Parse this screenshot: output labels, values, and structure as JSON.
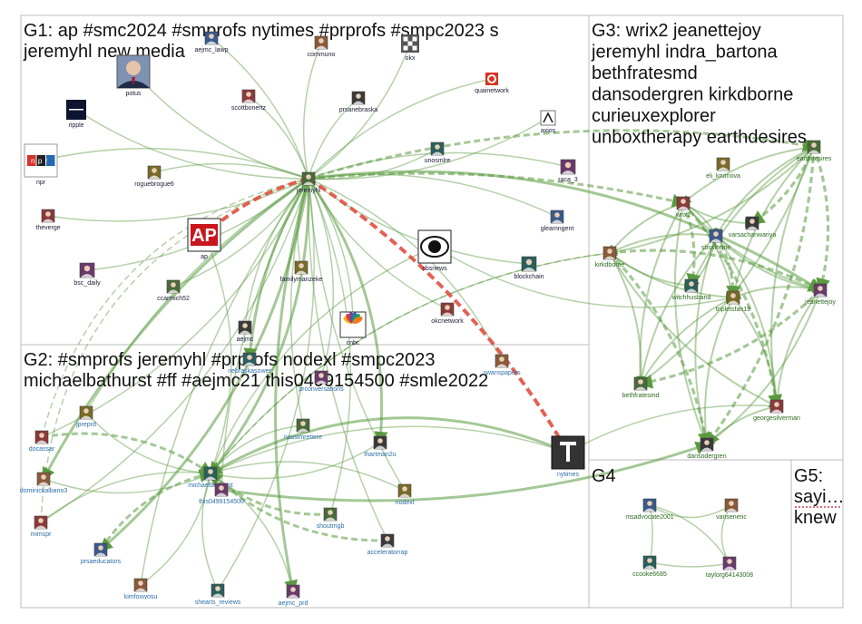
{
  "groups": [
    {
      "id": "G1",
      "title_lines": [
        "G1: ap #smc2024 #smprofs nytimes #prprofs #smpc2023 s",
        "jeremyhl new media"
      ]
    },
    {
      "id": "G2",
      "title_lines": [
        "G2: #smprofs jeremyhl #prprofs nodexl #smpc2023",
        "michaelbathurst #ff #aejmc21 this0499154500 #smle2022"
      ]
    },
    {
      "id": "G3",
      "title_lines": [
        "G3: wrix2 jeanettejoy",
        "jeremyhl indra_bartona",
        "bethfratesmd",
        "dansodergren kirkdborne",
        "curieuxexplorer",
        "unboxtherapy earthdesires"
      ]
    },
    {
      "id": "G4",
      "title_lines": [
        "G4"
      ]
    },
    {
      "id": "G5",
      "title_lines": [
        "G5:",
        "sayi…",
        "knew"
      ]
    }
  ],
  "nodes": [
    {
      "id": "aejmc_lawp",
      "label": "aejmc_lawp",
      "group": "G1",
      "icon": "avatar"
    },
    {
      "id": "communo",
      "label": "communo",
      "group": "G1",
      "icon": "avatar"
    },
    {
      "id": "okx",
      "label": "okx",
      "group": "G1",
      "icon": "okx-logo"
    },
    {
      "id": "potus",
      "label": "potus",
      "group": "G1",
      "icon": "portrait"
    },
    {
      "id": "quainetwork",
      "label": "quainetwork",
      "group": "G1",
      "icon": "q-logo"
    },
    {
      "id": "ripple",
      "label": "ripple",
      "group": "G1",
      "icon": "ripple-logo"
    },
    {
      "id": "scottbonertz",
      "label": "scottbonertz",
      "group": "G1",
      "icon": "avatar"
    },
    {
      "id": "prsanebraska",
      "label": "prsanebraska",
      "group": "G1",
      "icon": "avatar"
    },
    {
      "id": "axios",
      "label": "axios",
      "group": "G1",
      "icon": "axios-logo"
    },
    {
      "id": "npr",
      "label": "npr",
      "group": "G1",
      "icon": "npr-logo",
      "badge": "npr"
    },
    {
      "id": "unosmlre",
      "label": "unosmlre",
      "group": "G1",
      "icon": "avatar"
    },
    {
      "id": "raca_3",
      "label": "raca_3",
      "group": "G1",
      "icon": "avatar"
    },
    {
      "id": "roguebrogue6",
      "label": "roguebrogue6",
      "group": "G1",
      "icon": "avatar"
    },
    {
      "id": "jeremyhl",
      "label": "jeremyhl",
      "group": "G1",
      "icon": "avatar"
    },
    {
      "id": "theverge",
      "label": "theverge",
      "group": "G1",
      "icon": "avatar"
    },
    {
      "id": "ap",
      "label": "ap",
      "group": "G1",
      "icon": "ap-logo",
      "badge": "AP"
    },
    {
      "id": "gleamngent",
      "label": "gleamngent",
      "group": "G1",
      "icon": "avatar"
    },
    {
      "id": "cbsnews",
      "label": "cbsnews",
      "group": "G1",
      "icon": "cbs-eye-logo"
    },
    {
      "id": "blockchain",
      "label": "blockchain",
      "group": "G1",
      "icon": "avatar"
    },
    {
      "id": "bsc_daily",
      "label": "bsc_daily",
      "group": "G1",
      "icon": "avatar"
    },
    {
      "id": "familymanzeke",
      "label": "familymanzeke",
      "group": "G1",
      "icon": "avatar"
    },
    {
      "id": "ccarmich52",
      "label": "ccarmich52",
      "group": "G1",
      "icon": "avatar"
    },
    {
      "id": "okcnetwork",
      "label": "okcnetwork",
      "group": "G1",
      "icon": "avatar"
    },
    {
      "id": "aejmc",
      "label": "aejmc",
      "group": "G1",
      "icon": "avatar"
    },
    {
      "id": "cnbc",
      "label": "cnbc",
      "group": "G1",
      "icon": "cnbc-logo"
    },
    {
      "id": "swanspapers",
      "label": "swanspapers",
      "group": "G2",
      "icon": "avatar"
    },
    {
      "id": "nebraskasower",
      "label": "nebraskasower",
      "group": "G2",
      "icon": "avatar"
    },
    {
      "id": "prconversations",
      "label": "prconversations",
      "group": "G2",
      "icon": "avatar"
    },
    {
      "id": "jpreprd",
      "label": "jpreprd",
      "group": "G2",
      "icon": "avatar"
    },
    {
      "id": "nassimretiere",
      "label": "nassimretiere",
      "group": "G2",
      "icon": "avatar"
    },
    {
      "id": "docassar",
      "label": "docassar",
      "group": "G2",
      "icon": "avatar"
    },
    {
      "id": "thartman2u",
      "label": "thartman2u",
      "group": "G2",
      "icon": "avatar"
    },
    {
      "id": "nytimes",
      "label": "nytimes",
      "group": "G2",
      "icon": "nyt-logo"
    },
    {
      "id": "dominickalbano3",
      "label": "dominickalbano3",
      "group": "G2",
      "icon": "avatar"
    },
    {
      "id": "michaelbathurst",
      "label": "michaelbathurst",
      "group": "G2",
      "icon": "avatar"
    },
    {
      "id": "this0499154500",
      "label": "this0499154500",
      "group": "G2",
      "icon": "avatar"
    },
    {
      "id": "nodexl",
      "label": "nodexl",
      "group": "G2",
      "icon": "avatar"
    },
    {
      "id": "shoutmgb",
      "label": "shoutmgb",
      "group": "G2",
      "icon": "avatar"
    },
    {
      "id": "mimspr",
      "label": "mimspr",
      "group": "G2",
      "icon": "avatar"
    },
    {
      "id": "acceleratorrap",
      "label": "acceleratorrap",
      "group": "G2",
      "icon": "avatar"
    },
    {
      "id": "prsaeducators",
      "label": "prsaeducators",
      "group": "G2",
      "icon": "avatar"
    },
    {
      "id": "kimfoxwosu",
      "label": "kimfoxwosu",
      "group": "G2",
      "icon": "avatar"
    },
    {
      "id": "shearts_reviews",
      "label": "shearts_reviews",
      "group": "G2",
      "icon": "avatar"
    },
    {
      "id": "aejmc_prd",
      "label": "aejmc_prd",
      "group": "G2",
      "icon": "avatar"
    },
    {
      "id": "eli_krumova",
      "label": "eli_krumova",
      "group": "G3",
      "icon": "avatar"
    },
    {
      "id": "earthdesires",
      "label": "earthdesires",
      "group": "G3",
      "icon": "avatar"
    },
    {
      "id": "wrix2",
      "label": "wrix2",
      "group": "G3",
      "icon": "avatar"
    },
    {
      "id": "varsachanwariya",
      "label": "varsachanwariya",
      "group": "G3",
      "icon": "avatar"
    },
    {
      "id": "sbssforme",
      "label": "sbssforme",
      "group": "G3",
      "icon": "avatar"
    },
    {
      "id": "kirkdborne",
      "label": "kirkdborne",
      "group": "G3",
      "icon": "avatar"
    },
    {
      "id": "witchhusband",
      "label": "witchhusband",
      "group": "G3",
      "icon": "avatar"
    },
    {
      "id": "jeanettejoy",
      "label": "jeanettejoy",
      "group": "G3",
      "icon": "avatar"
    },
    {
      "id": "tripletsfan19",
      "label": "tripletsfan19",
      "group": "G3",
      "icon": "avatar"
    },
    {
      "id": "bethfratesmd",
      "label": "bethfratesmd",
      "group": "G3",
      "icon": "avatar"
    },
    {
      "id": "georgesilverman",
      "label": "georgesilverman",
      "group": "G3",
      "icon": "avatar"
    },
    {
      "id": "dansodergren",
      "label": "dansodergren",
      "group": "G3",
      "icon": "avatar"
    },
    {
      "id": "msadvocate2001",
      "label": "msadvocate2001",
      "group": "G4",
      "icon": "avatar"
    },
    {
      "id": "vanseneric",
      "label": "vanseneric",
      "group": "G4",
      "icon": "avatar"
    },
    {
      "id": "ccooke6685",
      "label": "ccooke6685",
      "group": "G4",
      "icon": "avatar"
    },
    {
      "id": "taylorg64143008",
      "label": "taylorg64143008",
      "group": "G4",
      "icon": "avatar"
    }
  ],
  "colors": {
    "edge_green": "#5a9a40",
    "edge_red": "#e05040",
    "panel_border": "#bbbbbb",
    "g2_label": "#2d6fa8",
    "g3_label": "#2b6b1f"
  }
}
